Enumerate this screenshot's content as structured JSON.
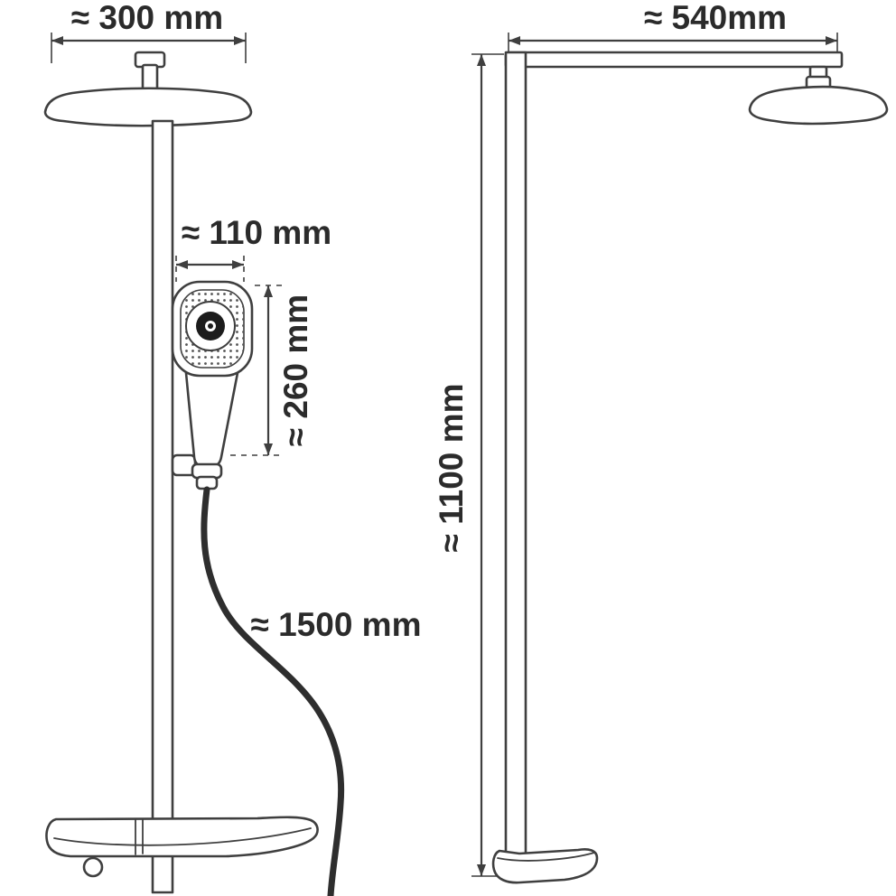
{
  "colors": {
    "line": "#3f3f3f",
    "hose": "#2e2e2e",
    "text": "#2b2b2b",
    "background": "#ffffff"
  },
  "front_view": {
    "head_width_label": "≈ 300 mm",
    "hand_shower_width_label": "≈ 110 mm",
    "hand_shower_height_label": "≈ 260 mm",
    "hose_length_label": "≈ 1500 mm"
  },
  "side_view": {
    "arm_reach_label": "≈ 540mm",
    "column_height_label": "≈ 1100 mm"
  }
}
